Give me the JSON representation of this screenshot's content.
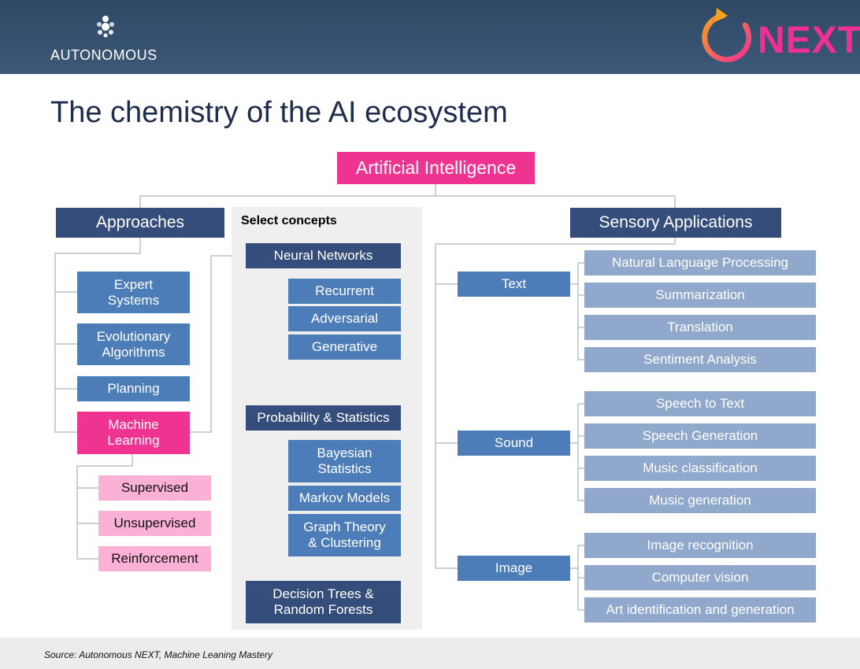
{
  "header": {
    "brand_name": "AUTONOMOUS",
    "next_logo": "NEXT",
    "brand_icon": "autonomous-dots-logo",
    "next_icon": "circular-arrow-logo"
  },
  "title": "The chemistry of the AI ecosystem",
  "root": "Artificial Intelligence",
  "approaches": {
    "label": "Approaches",
    "items": [
      "Expert Systems",
      "Evolutionary Algorithms",
      "Planning",
      "Machine Learning"
    ],
    "ml_types": [
      "Supervised",
      "Unsupervised",
      "Reinforcement"
    ]
  },
  "concepts": {
    "label": "Select concepts",
    "neural": {
      "label": "Neural Networks",
      "children": [
        "Recurrent",
        "Adversarial",
        "Generative"
      ]
    },
    "probability": {
      "label": "Probability & Statistics",
      "children": [
        "Bayesian Statistics",
        "Markov Models",
        "Graph Theory & Clustering"
      ]
    },
    "trees": "Decision Trees & Random Forests"
  },
  "sensory": {
    "label": "Sensory Applications",
    "groups": [
      {
        "label": "Text",
        "items": [
          "Natural Language Processing",
          "Summarization",
          "Translation",
          "Sentiment Analysis"
        ]
      },
      {
        "label": "Sound",
        "items": [
          "Speech to Text",
          "Speech Generation",
          "Music classification",
          "Music generation"
        ]
      },
      {
        "label": "Image",
        "items": [
          "Image recognition",
          "Computer vision",
          "Art identification and generation"
        ]
      }
    ]
  },
  "source": "Source: Autonomous NEXT, Machine Leaning Mastery",
  "colors": {
    "header": "#344d6e",
    "navy": "#344d7a",
    "mid_blue": "#4d7db8",
    "light_blue": "#8fa8cb",
    "pink": "#ef3391",
    "light_pink": "#fbb1d6",
    "title_text": "#1f2d4d"
  }
}
